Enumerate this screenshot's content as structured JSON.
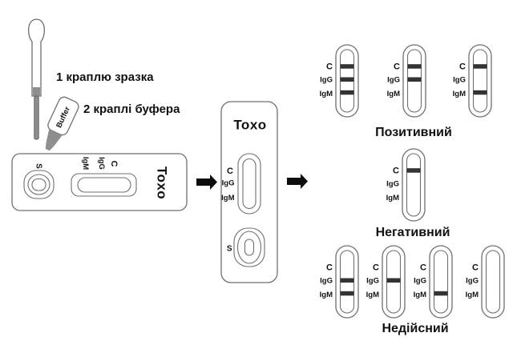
{
  "instructions": {
    "sample": "1 краплю зразка",
    "buffer": "2 краплі буфера",
    "bottle_label": "Buffer"
  },
  "device": {
    "name": "Toxo",
    "sample_well": "S",
    "lines": [
      "C",
      "IgG",
      "IgM"
    ]
  },
  "results": {
    "positive": {
      "label": "Позитивний",
      "cassettes": [
        {
          "bands": [
            "C",
            "IgG",
            "IgM"
          ]
        },
        {
          "bands": [
            "C",
            "IgG"
          ]
        },
        {
          "bands": [
            "C",
            "IgM"
          ]
        }
      ]
    },
    "negative": {
      "label": "Негативний",
      "cassettes": [
        {
          "bands": [
            "C"
          ]
        }
      ]
    },
    "invalid": {
      "label": "Недійсний",
      "cassettes": [
        {
          "bands": [
            "IgG",
            "IgM"
          ]
        },
        {
          "bands": [
            "IgG"
          ]
        },
        {
          "bands": [
            "IgM"
          ]
        },
        {
          "bands": []
        }
      ]
    }
  },
  "icons": {
    "flow_arrow": "solid black right-arrow",
    "drop": "gray liquid teardrop"
  },
  "colors": {
    "outline": "#6f6f6f",
    "band": "#333333",
    "text": "#111111",
    "liquid": "#8e8e8e",
    "arrow": "#0d0d0d"
  }
}
